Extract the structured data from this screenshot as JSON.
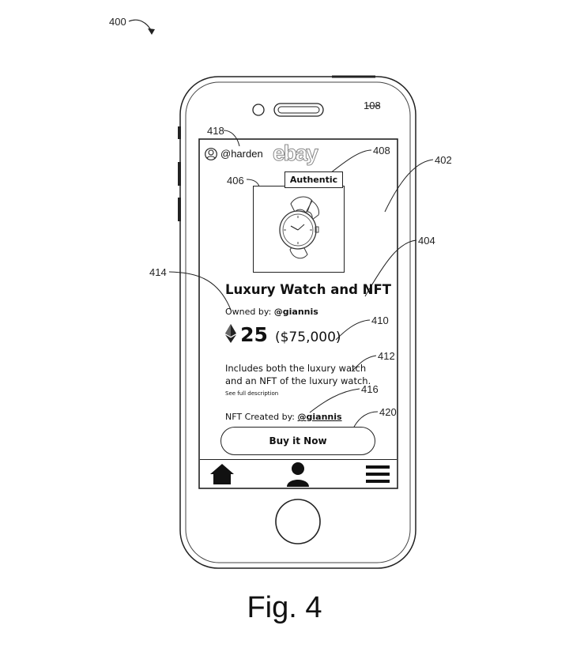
{
  "figure": {
    "caption": "Fig. 4",
    "ref_400": "400",
    "ref_108": "108",
    "ref_402": "402",
    "ref_404": "404",
    "ref_406": "406",
    "ref_408": "408",
    "ref_410": "410",
    "ref_412": "412",
    "ref_414": "414",
    "ref_416": "416",
    "ref_418": "418",
    "ref_420": "420"
  },
  "header": {
    "user_handle": "@harden",
    "logo_text": "ebay",
    "avatar_icon": "user-avatar-icon"
  },
  "listing": {
    "badge": "Authentic",
    "image_icon": "wristwatch-icon",
    "title": "Luxury Watch and NFT",
    "owned_by_label": "Owned by:",
    "owner": "@giannis",
    "price_eth": "25",
    "price_usd": "($75,000)",
    "currency_icon": "ethereum-icon",
    "description": "Includes both the luxury watch and an NFT of the luxury watch.",
    "see_full": "See full description",
    "nft_created_label": "NFT Created by:",
    "nft_creator": "@giannis",
    "buy_button": "Buy it Now"
  },
  "bottom_nav": {
    "items": [
      {
        "icon": "home-icon"
      },
      {
        "icon": "profile-icon"
      },
      {
        "icon": "menu-icon"
      }
    ]
  },
  "colors": {
    "line": "#222222",
    "background": "#ffffff",
    "logo_outline": "#888888"
  }
}
